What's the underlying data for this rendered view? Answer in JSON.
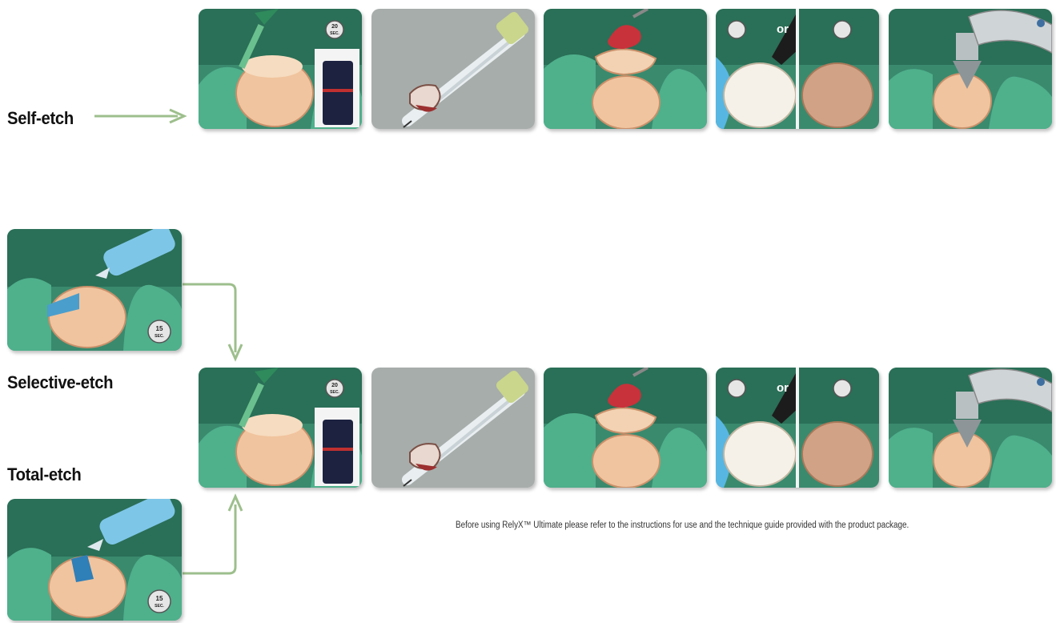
{
  "labels": {
    "self_etch": "Self-etch",
    "selective_etch": "Selective-etch",
    "total_etch": "Total-etch"
  },
  "note": "Before using RelyX™ Ultimate please refer to the instructions for use and the technique guide provided with the product package.",
  "timer_labels": {
    "twenty": "20",
    "fifteen": "15",
    "sec": "SEC."
  },
  "panel_text": {
    "or": "or"
  },
  "colors": {
    "arrow": "#9dbf8c",
    "gum": "#3d9c7c",
    "tooth": "#f0c49e",
    "panel_gray": "#a7adab"
  }
}
